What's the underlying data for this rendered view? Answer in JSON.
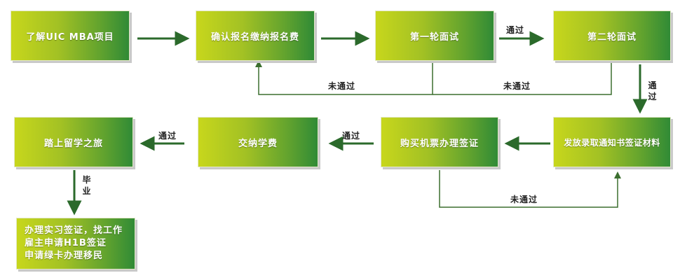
{
  "nodes": {
    "learn_program": "了解UIC  MBA项目",
    "apply_fee": "确认报名缴纳报名费",
    "interview_1": "第一轮面试",
    "interview_2": "第二轮面试",
    "offer_materials": "发放录取通知书签证材料",
    "ticket_visa": "购买机票办理签证",
    "pay_tuition": "交纳学费",
    "study_abroad": "踏上留学之旅",
    "post_grad": {
      "line1": "办理实习签证，找工作",
      "line2": "雇主申请H1B签证",
      "line3": "申请绿卡办理移民"
    }
  },
  "edge_labels": {
    "pass_1_to_2": "通过",
    "fail_interview_1": "未通过",
    "fail_interview_2": "未通过",
    "pass_2_to_offer": "通过",
    "pass_visa_to_tuition": "通过",
    "pass_tuition_to_trip": "通过",
    "fail_visa": "未通过",
    "graduate": "毕业"
  },
  "colors": {
    "gradient_start": "#c8d71c",
    "gradient_end": "#2f8a36",
    "arrow": "#2b6a2b",
    "line": "#3b6f2f"
  }
}
